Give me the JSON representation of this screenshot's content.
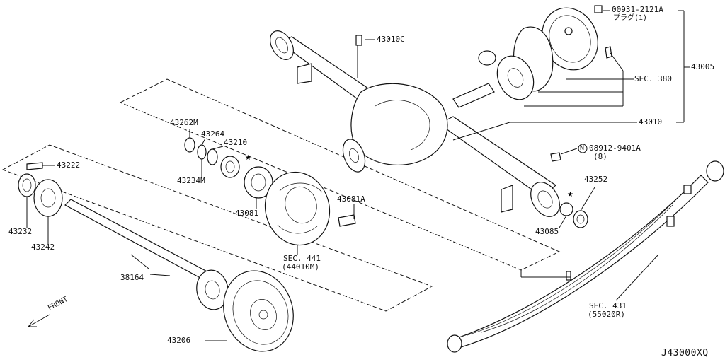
{
  "diagram": {
    "reference_code": "J43000XQ",
    "front_label": "FRONT",
    "labels": {
      "p00931": "00931-2121A",
      "plug": "プラグ(1)",
      "p43005": "43005",
      "p43010C": "43010C",
      "sec380": "SEC. 380",
      "p43010": "43010",
      "p43262M": "43262M",
      "p43264": "43264",
      "p43210": "43210",
      "p43234M": "43234M",
      "p43081": "43081",
      "p43081A": "43081A",
      "sec441": "SEC. 441",
      "sec441_sub": "(44010M)",
      "p43222": "43222",
      "p43232": "43232",
      "p43242": "43242",
      "p38164": "38164",
      "p43206": "43206",
      "nut_marker": "N",
      "p08912": "08912-9401A",
      "p08912_qty": "(8)",
      "p43252": "43252",
      "p43085": "43085",
      "sec431": "SEC. 431",
      "sec431_sub": "(55020R)"
    }
  }
}
